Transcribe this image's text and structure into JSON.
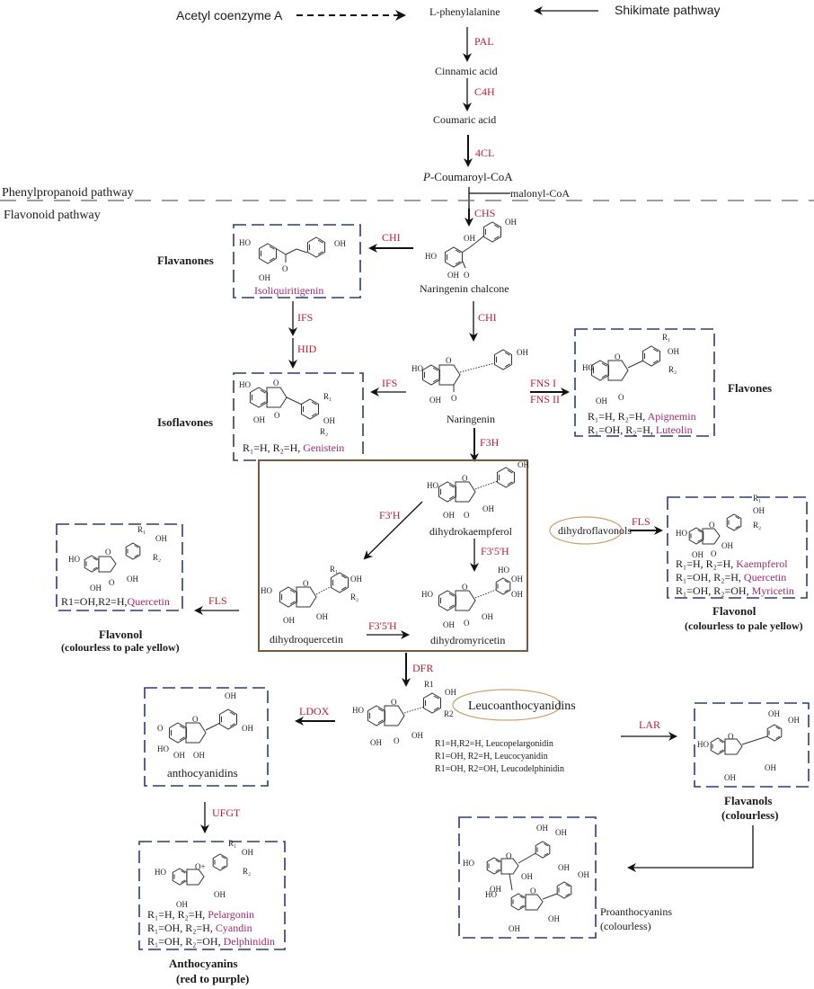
{
  "colors": {
    "enzyme": "#b5223a",
    "compound_highlight": "#9b2a72",
    "box_border": "#2c3e70",
    "highlight_box_border": "#7a5a3a",
    "ellipse_border": "#c9a46a"
  },
  "top": {
    "acetyl": "Acetyl coenzyme A",
    "phenylalanine": "L-phenylalanine",
    "shikimate": "Shikimate pathway",
    "cinnamic": "Cinnamic acid",
    "coumaric": "Coumaric acid",
    "coumaroyl_prefix": "P",
    "coumaroyl_suffix": "-Coumaroyl-CoA",
    "malonyl": "malonyl-CoA"
  },
  "sections": {
    "phenylpropanoid": "Phenylpropanoid pathway",
    "flavonoid": "Flavonoid pathway"
  },
  "enzymes": {
    "pal": "PAL",
    "c4h": "C4H",
    "fourcl": "4CL",
    "chs": "CHS",
    "chi_left": "CHI",
    "chi_down": "CHI",
    "ifs_down": "IFS",
    "hid": "HID",
    "ifs_left": "IFS",
    "fns1": "FNS I",
    "fns2": "FNS II",
    "f3h": "F3H",
    "f3ph": "F3'H",
    "f35h_down": "F3'5'H",
    "f35h_right": "F3'5'H",
    "fls_left": "FLS",
    "fls_right": "FLS",
    "dfr": "DFR",
    "ldox": "LDOX",
    "lar": "LAR",
    "ufgt": "UFGT"
  },
  "compounds": {
    "naringenin_chalcone": "Naringenin chalcone",
    "naringenin": "Naringenin",
    "isoliquiritigenin": "Isoliquiritigenin",
    "dihydrokaempferol": "dihydrokaempferol",
    "dihydroquercetin": "dihydroquercetin",
    "dihydromyricetin": "dihydromyricetin",
    "dihydroflavonols": "dihydroflavonols",
    "leucoanthocyanidins": "Leucoanthocyanidins",
    "anthocyanidins": "anthocyanidins",
    "proanthocyanins": "Proanthocyanins",
    "proanthocyanins_note": "(colourless)"
  },
  "classes": {
    "flavanones": "Flavanones",
    "isoflavones": "Isoflavones",
    "flavones": "Flavones",
    "flavonol_left": "Flavonol",
    "flavonol_left_note": "(colourless to pale yellow)",
    "flavonol_right": "Flavonol",
    "flavonol_right_note": "(colourless to pale yellow)",
    "flavanols": "Flavanols",
    "flavanols_note": "(colourless)",
    "anthocyanins": "Anthocyanins",
    "anthocyanins_note": "(red to purple)"
  },
  "substituents": {
    "isoflavone": [
      {
        "r": "R₁=H, R₂=H, ",
        "name": "Genistein"
      }
    ],
    "flavone": [
      {
        "r": "R₁=H, R₂=H, ",
        "name": "Apignemin"
      },
      {
        "r": "R₁=OH, R₂=H, ",
        "name": "Luteolin"
      }
    ],
    "flavonol_left": [
      {
        "r": "R1=OH,R2=H,",
        "name": "Quercetin"
      }
    ],
    "flavonol_right": [
      {
        "r": "R₁=H, R₂=H, ",
        "name": "Kaempferol"
      },
      {
        "r": "R₁=OH, R₂=H, ",
        "name": "Quercetin"
      },
      {
        "r": "R₁=OH, R₂=OH, ",
        "name": "Myricetin"
      }
    ],
    "leuco": [
      "R1=H,R2=H, Leucopelargonidin",
      "R1=OH, R2=H, Leucocyanidin",
      "R1=OH, R2=OH, Leucodelphinidin"
    ],
    "anthocyanin": [
      {
        "r": "R₁=H, R₂=H, ",
        "name": "Pelargonin"
      },
      {
        "r": "R₁=OH, R₂=H, ",
        "name": "Cyandin"
      },
      {
        "r": "R₁=OH, R₂=OH, ",
        "name": "Delphinidin"
      }
    ]
  },
  "atoms": {
    "oh": "OH",
    "ho": "HO",
    "o": "O",
    "o_plus": "O+",
    "r1": "R₁",
    "r2": "R₂",
    "R1": "R1",
    "R2": "R2"
  }
}
